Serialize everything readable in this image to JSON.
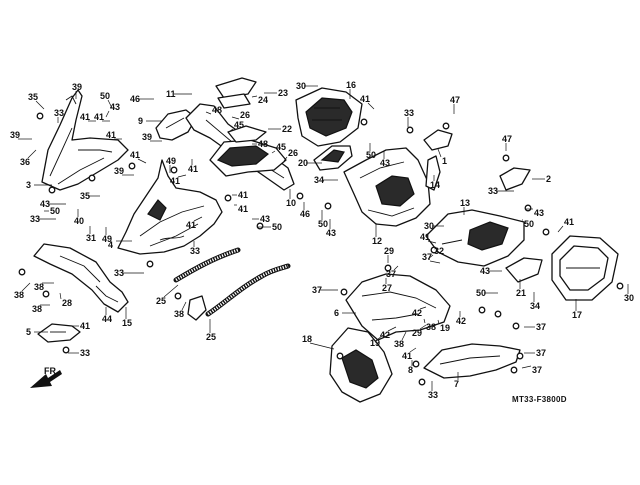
{
  "diagram": {
    "drawing_code": "MT33-F3800D",
    "direction_label": "FR.",
    "callouts": [
      {
        "id": "c1",
        "label": "1"
      },
      {
        "id": "c2",
        "label": "2"
      },
      {
        "id": "c3",
        "label": "3"
      },
      {
        "id": "c4",
        "label": "4"
      },
      {
        "id": "c5",
        "label": "5"
      },
      {
        "id": "c6",
        "label": "6"
      },
      {
        "id": "c7",
        "label": "7"
      },
      {
        "id": "c8",
        "label": "8"
      },
      {
        "id": "c9",
        "label": "9"
      },
      {
        "id": "c10",
        "label": "10"
      },
      {
        "id": "c11",
        "label": "11"
      },
      {
        "id": "c12",
        "label": "12"
      },
      {
        "id": "c13",
        "label": "13"
      },
      {
        "id": "c14",
        "label": "14"
      },
      {
        "id": "c15",
        "label": "15"
      },
      {
        "id": "c16",
        "label": "16"
      },
      {
        "id": "c17",
        "label": "17"
      },
      {
        "id": "c18",
        "label": "18"
      },
      {
        "id": "c19a",
        "label": "19"
      },
      {
        "id": "c19b",
        "label": "19"
      },
      {
        "id": "c20",
        "label": "20"
      },
      {
        "id": "c21",
        "label": "21"
      },
      {
        "id": "c22",
        "label": "22"
      },
      {
        "id": "c23",
        "label": "23"
      },
      {
        "id": "c24",
        "label": "24"
      },
      {
        "id": "c25a",
        "label": "25"
      },
      {
        "id": "c25b",
        "label": "25"
      },
      {
        "id": "c26a",
        "label": "26"
      },
      {
        "id": "c26b",
        "label": "26"
      },
      {
        "id": "c27",
        "label": "27"
      },
      {
        "id": "c28",
        "label": "28"
      },
      {
        "id": "c29a",
        "label": "29"
      },
      {
        "id": "c29b",
        "label": "29"
      },
      {
        "id": "c30a",
        "label": "30"
      },
      {
        "id": "c30b",
        "label": "30"
      },
      {
        "id": "c30c",
        "label": "30"
      },
      {
        "id": "c31",
        "label": "31"
      },
      {
        "id": "c32",
        "label": "32"
      },
      {
        "id": "c33a",
        "label": "33"
      },
      {
        "id": "c33b",
        "label": "33"
      },
      {
        "id": "c33c",
        "label": "33"
      },
      {
        "id": "c33d",
        "label": "33"
      },
      {
        "id": "c33e",
        "label": "33"
      },
      {
        "id": "c33f",
        "label": "33"
      },
      {
        "id": "c33g",
        "label": "33"
      },
      {
        "id": "c33h",
        "label": "33"
      },
      {
        "id": "c34a",
        "label": "34"
      },
      {
        "id": "c34b",
        "label": "34"
      },
      {
        "id": "c35a",
        "label": "35"
      },
      {
        "id": "c35b",
        "label": "35"
      },
      {
        "id": "c36",
        "label": "36"
      },
      {
        "id": "c37a",
        "label": "37"
      },
      {
        "id": "c37b",
        "label": "37"
      },
      {
        "id": "c37c",
        "label": "37"
      },
      {
        "id": "c37d",
        "label": "37"
      },
      {
        "id": "c37e",
        "label": "37"
      },
      {
        "id": "c37f",
        "label": "37"
      },
      {
        "id": "c38a",
        "label": "38"
      },
      {
        "id": "c38b",
        "label": "38"
      },
      {
        "id": "c38c",
        "label": "38"
      },
      {
        "id": "c38d",
        "label": "38"
      },
      {
        "id": "c38e",
        "label": "38"
      },
      {
        "id": "c38f",
        "label": "38"
      },
      {
        "id": "c39a",
        "label": "39"
      },
      {
        "id": "c39b",
        "label": "39"
      },
      {
        "id": "c39c",
        "label": "39"
      },
      {
        "id": "c39d",
        "label": "39"
      },
      {
        "id": "c40",
        "label": "40"
      },
      {
        "id": "c41a",
        "label": "41"
      },
      {
        "id": "c41b",
        "label": "41"
      },
      {
        "id": "c41c",
        "label": "41"
      },
      {
        "id": "c41d",
        "label": "41"
      },
      {
        "id": "c41e",
        "label": "41"
      },
      {
        "id": "c41f",
        "label": "41"
      },
      {
        "id": "c41g",
        "label": "41"
      },
      {
        "id": "c41h",
        "label": "41"
      },
      {
        "id": "c41i",
        "label": "41"
      },
      {
        "id": "c41j",
        "label": "41"
      },
      {
        "id": "c41k",
        "label": "41"
      },
      {
        "id": "c41l",
        "label": "41"
      },
      {
        "id": "c41m",
        "label": "41"
      },
      {
        "id": "c41n",
        "label": "41"
      },
      {
        "id": "c42a",
        "label": "42"
      },
      {
        "id": "c42b",
        "label": "42"
      },
      {
        "id": "c42c",
        "label": "42"
      },
      {
        "id": "c43a",
        "label": "43"
      },
      {
        "id": "c43b",
        "label": "43"
      },
      {
        "id": "c43c",
        "label": "43"
      },
      {
        "id": "c43d",
        "label": "43"
      },
      {
        "id": "c43e",
        "label": "43"
      },
      {
        "id": "c43f",
        "label": "43"
      },
      {
        "id": "c43g",
        "label": "43"
      },
      {
        "id": "c44",
        "label": "44"
      },
      {
        "id": "c45a",
        "label": "45"
      },
      {
        "id": "c45b",
        "label": "45"
      },
      {
        "id": "c46a",
        "label": "46"
      },
      {
        "id": "c46b",
        "label": "46"
      },
      {
        "id": "c47a",
        "label": "47"
      },
      {
        "id": "c47b",
        "label": "47"
      },
      {
        "id": "c48a",
        "label": "48"
      },
      {
        "id": "c48b",
        "label": "48"
      },
      {
        "id": "c49a",
        "label": "49"
      },
      {
        "id": "c49b",
        "label": "49"
      },
      {
        "id": "c50a",
        "label": "50"
      },
      {
        "id": "c50b",
        "label": "50"
      },
      {
        "id": "c50c",
        "label": "50"
      },
      {
        "id": "c50d",
        "label": "50"
      },
      {
        "id": "c50e",
        "label": "50"
      },
      {
        "id": "c50f",
        "label": "50"
      },
      {
        "id": "c50g",
        "label": "50"
      }
    ]
  }
}
